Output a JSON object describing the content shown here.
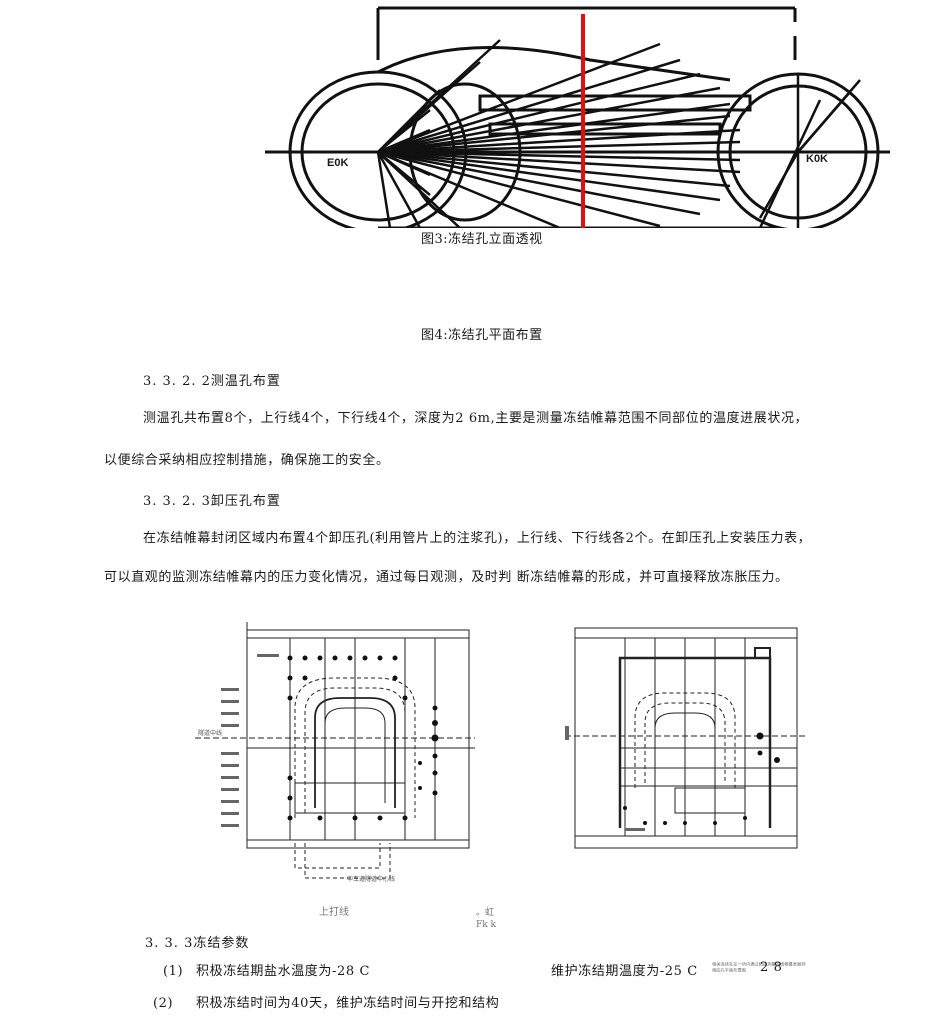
{
  "figures": {
    "fig3_caption": "图3:冻结孔立面透视",
    "fig4_caption": "图4:冻结孔平面布置",
    "fig3_labels": {
      "left_tunnel": "E0K",
      "right_tunnel": "K0K"
    },
    "bottom_left_label": "上打线",
    "bottom_mid_label": "。虹\nFk k",
    "bottom_left_center": "隧道中线",
    "bottom_left_bottom_note": "中车道隧道中心线"
  },
  "sections": {
    "s3322_heading": "3. 3. 2. 2测温孔布置",
    "s3322_para_line1": "测温孔共布置8个，上行线4个，下行线4个，深度为2 6m,主要是测量冻结帷幕范围不同部位的温度进展状况，",
    "s3322_para_line2": "以便综合采纳相应控制措施，确保施工的安全。",
    "s3323_heading": "3. 3. 2. 3卸压孔布置",
    "s3323_para_line1": "在冻结帷幕封闭区域内布置4个卸压孔(利用管片上的注浆孔)，上行线、下行线各2个。在卸压孔上安装压力表，",
    "s3323_para_line2": "可以直观的监测冻结帷幕内的压力变化情况，通过每日观测，及时判 断冻结帷幕的形成，并可直接释放冻胀压力。",
    "s333_heading": "3. 3. 3冻结参数",
    "item1_num": "(1)",
    "item1_text": "积极冻结期盐水温度为-28 C",
    "item1_right": "维护冻结期温度为-25 C",
    "item2_num": "(2)",
    "item2_text": "积极冻结时间为40天，维护冻结时间与开挖和结构",
    "footer_small": "相关连续孔在一所内通过相应测量冻结帷幕发展到\n相应孔平面布置图",
    "page_num": "2 8"
  }
}
